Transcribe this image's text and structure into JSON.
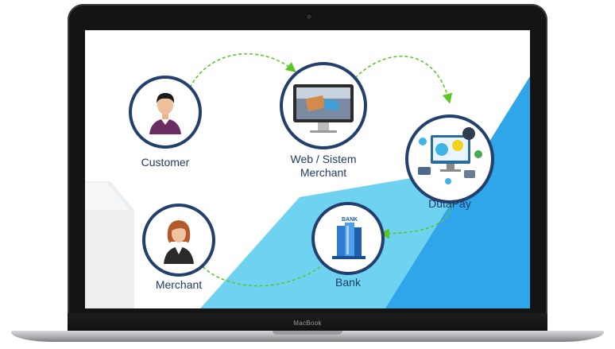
{
  "device": {
    "brand": "MacBook"
  },
  "diagram": {
    "nodes": [
      {
        "id": "customer",
        "label": "Customer",
        "icon": "customer-icon"
      },
      {
        "id": "web",
        "label_line1": "Web / Sistem",
        "label_line2": "Merchant",
        "icon": "monitor-icon"
      },
      {
        "id": "dutapay",
        "label": "DutaPay",
        "icon": "dutapay-icon"
      },
      {
        "id": "bank",
        "label": "Bank",
        "icon": "bank-icon",
        "icon_text": "BANK"
      },
      {
        "id": "merchant",
        "label": "Merchant",
        "icon": "merchant-icon"
      }
    ],
    "edges": [
      {
        "from": "customer",
        "to": "web"
      },
      {
        "from": "web",
        "to": "dutapay"
      },
      {
        "from": "dutapay",
        "to": "bank"
      },
      {
        "from": "bank",
        "to": "merchant"
      }
    ]
  },
  "colors": {
    "node_border": "#223f6e",
    "label": "#1f3a63",
    "arrow": "#5cc628",
    "bg_light_blue": "#6fd2f1",
    "bg_blue": "#2fa6ea",
    "bg_grey": "#eceef0"
  }
}
